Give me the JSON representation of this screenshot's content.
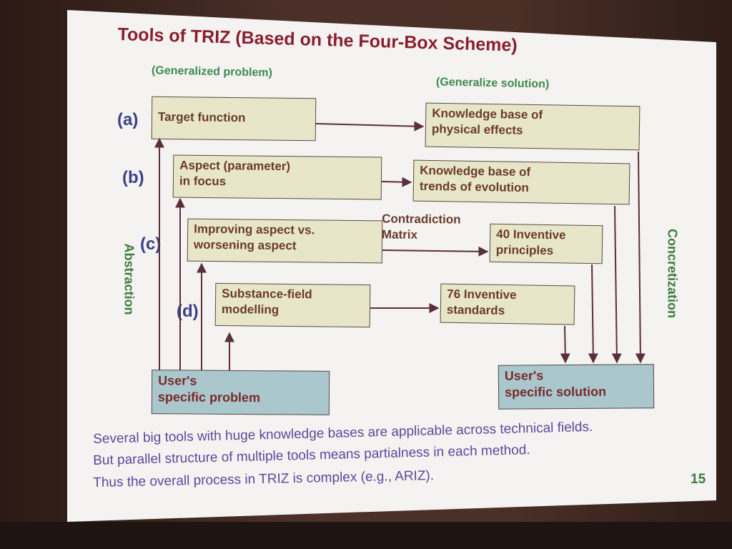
{
  "title": "Tools of TRIZ (Based on the Four-Box Scheme)",
  "headers": {
    "left": "(Generalized problem)",
    "right": "(Generalize solution)"
  },
  "row_labels": [
    "(a)",
    "(b)",
    "(c)",
    "(d)"
  ],
  "side_labels": {
    "left": "Abstraction",
    "right": "Concretization"
  },
  "boxes": {
    "target_function": [
      "Target function"
    ],
    "knowledge_effects": [
      "Knowledge base of",
      "physical effects"
    ],
    "aspect_focus": [
      "Aspect (parameter)",
      "in focus"
    ],
    "knowledge_trends": [
      "Knowledge base of",
      "trends of evolution"
    ],
    "improving_worsening": [
      "Improving aspect vs.",
      "worsening aspect"
    ],
    "inventive_principles": [
      "40 Inventive",
      "principles"
    ],
    "substance_field": [
      "Substance-field",
      "modelling"
    ],
    "inventive_standards": [
      "76 Inventive",
      "standards"
    ],
    "user_problem": [
      "User's",
      "specific problem"
    ],
    "user_solution": [
      "User's",
      "specific solution"
    ]
  },
  "matrix_label": [
    "Contradiction",
    "Matrix"
  ],
  "footer": [
    "Several big tools with huge knowledge bases are applicable across  technical fields.",
    "But parallel structure of multiple tools means partialness in each method.",
    "Thus the overall process in TRIZ is complex (e.g., ARIZ)."
  ],
  "page_number": "15",
  "colors": {
    "title": "#8a1e2e",
    "header_green": "#3f8a4e",
    "row_label_blue": "#3b3f8a",
    "box_fill": "#e8e6c8",
    "problem_box_fill": "#a9c7cc",
    "arrow": "#5a2e3a",
    "footer_text": "#5a4a9a"
  }
}
